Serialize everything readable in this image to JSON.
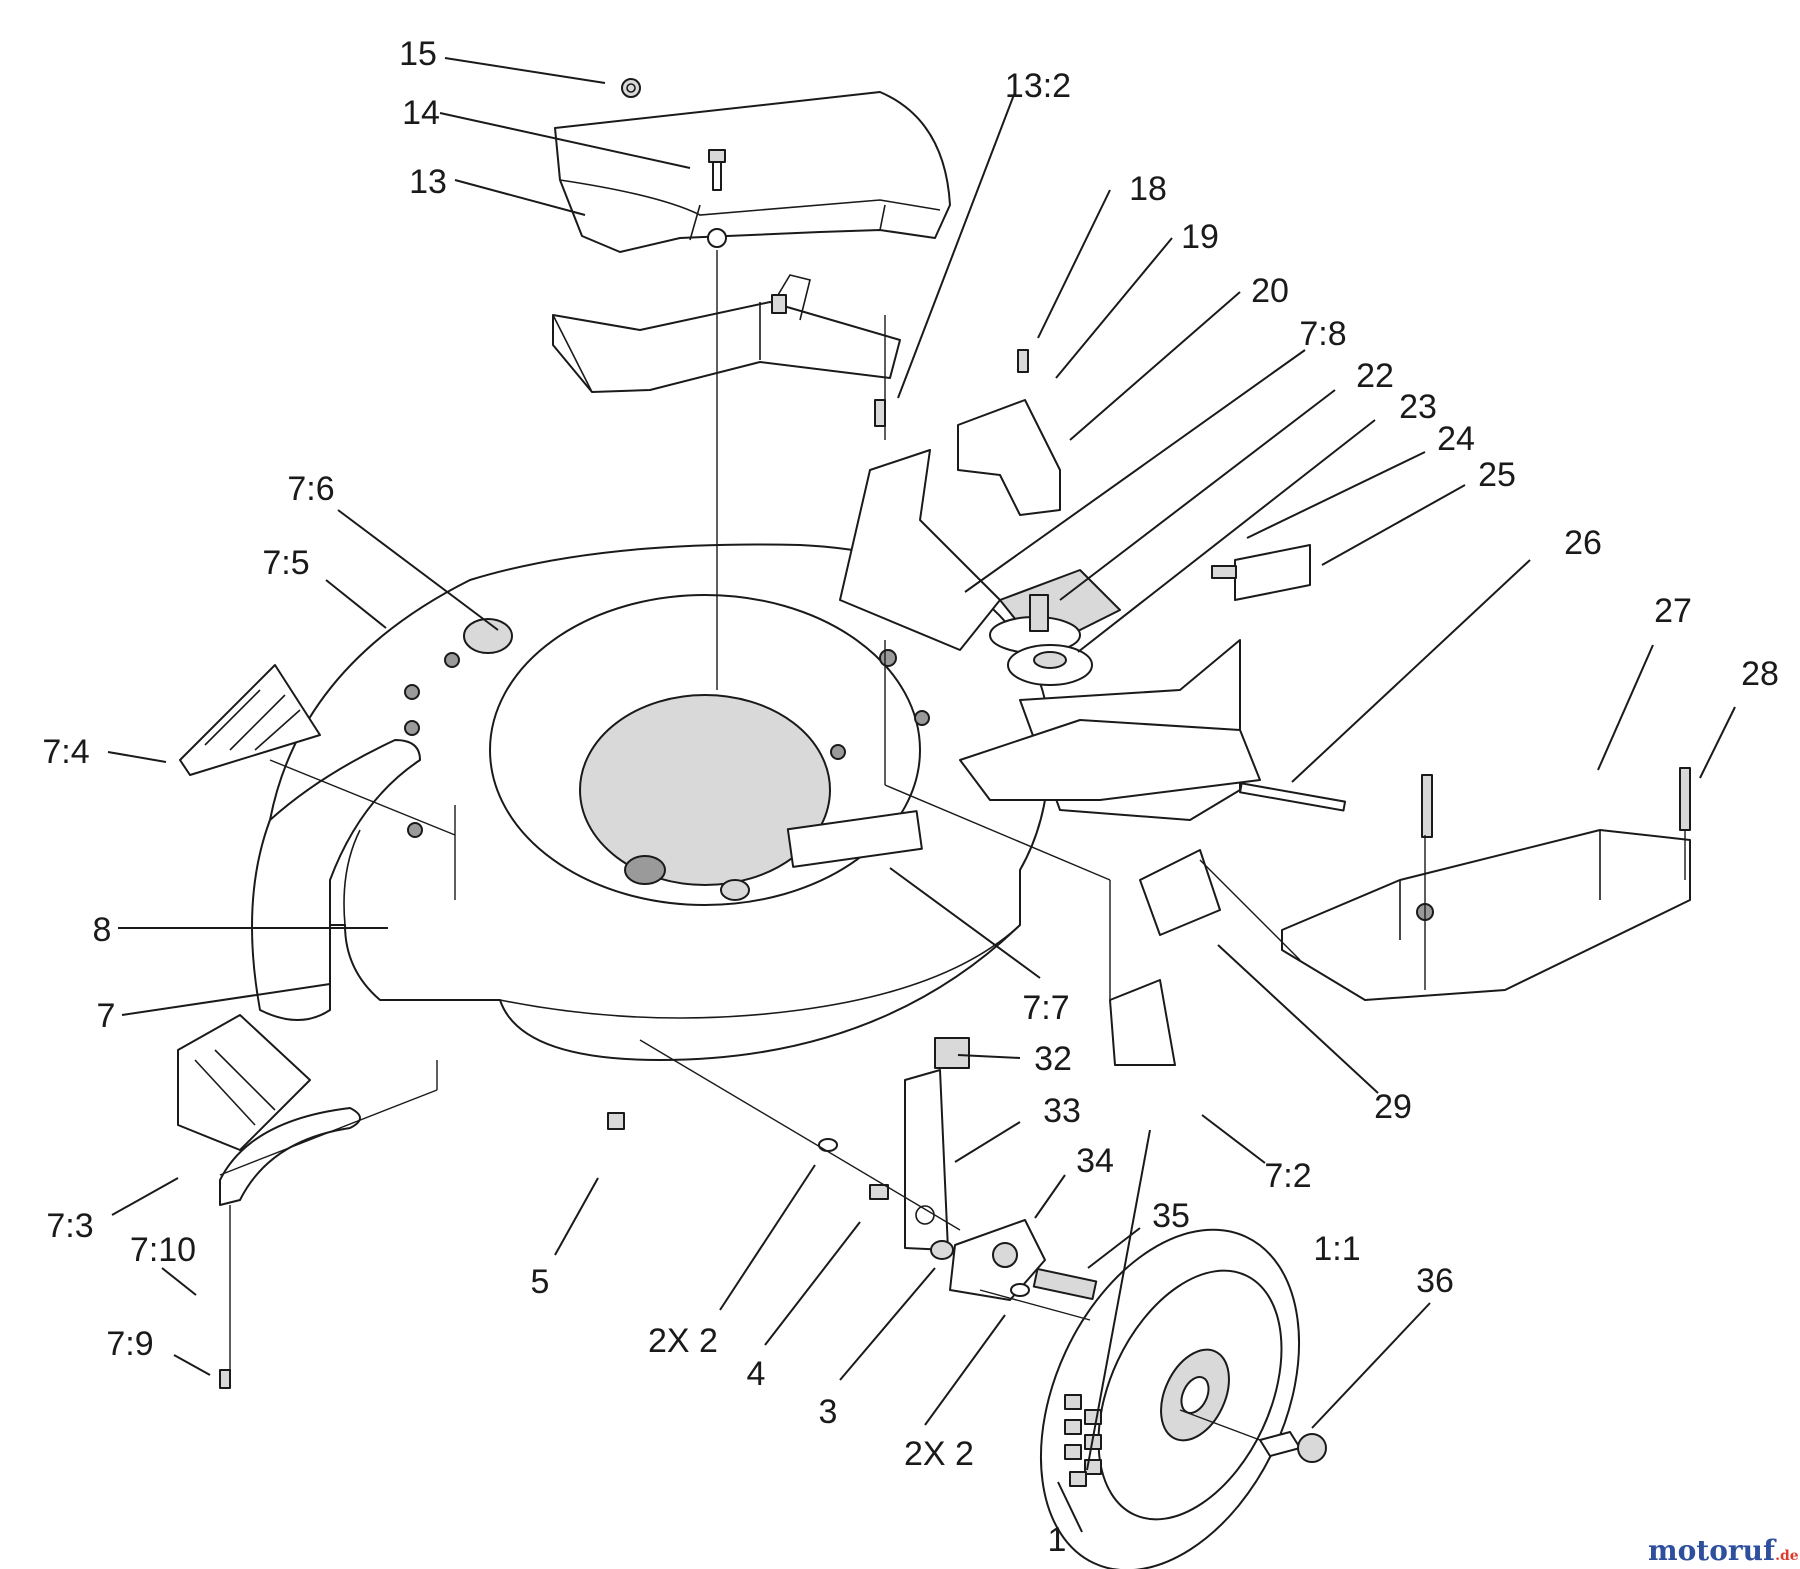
{
  "callouts": [
    {
      "id": "15",
      "label": "15"
    },
    {
      "id": "14",
      "label": "14"
    },
    {
      "id": "13",
      "label": "13"
    },
    {
      "id": "13-2",
      "label": "13:2"
    },
    {
      "id": "18",
      "label": "18"
    },
    {
      "id": "19",
      "label": "19"
    },
    {
      "id": "20",
      "label": "20"
    },
    {
      "id": "7-8",
      "label": "7:8"
    },
    {
      "id": "22",
      "label": "22"
    },
    {
      "id": "23",
      "label": "23"
    },
    {
      "id": "24",
      "label": "24"
    },
    {
      "id": "25",
      "label": "25"
    },
    {
      "id": "26",
      "label": "26"
    },
    {
      "id": "27",
      "label": "27"
    },
    {
      "id": "28",
      "label": "28"
    },
    {
      "id": "7-6",
      "label": "7:6"
    },
    {
      "id": "7-5",
      "label": "7:5"
    },
    {
      "id": "7-4",
      "label": "7:4"
    },
    {
      "id": "8",
      "label": "8"
    },
    {
      "id": "7",
      "label": "7"
    },
    {
      "id": "7-7",
      "label": "7:7"
    },
    {
      "id": "29",
      "label": "29"
    },
    {
      "id": "32",
      "label": "32"
    },
    {
      "id": "33",
      "label": "33"
    },
    {
      "id": "34",
      "label": "34"
    },
    {
      "id": "35",
      "label": "35"
    },
    {
      "id": "7-2",
      "label": "7:2"
    },
    {
      "id": "7-3",
      "label": "7:3"
    },
    {
      "id": "7-10",
      "label": "7:10"
    },
    {
      "id": "7-9",
      "label": "7:9"
    },
    {
      "id": "5",
      "label": "5"
    },
    {
      "id": "2x2-a",
      "label": "2X 2"
    },
    {
      "id": "4",
      "label": "4"
    },
    {
      "id": "3",
      "label": "3"
    },
    {
      "id": "2x2-b",
      "label": "2X 2"
    },
    {
      "id": "1-1",
      "label": "1:1"
    },
    {
      "id": "36",
      "label": "36"
    },
    {
      "id": "1",
      "label": "1"
    }
  ],
  "watermark": {
    "brand": "motoruf",
    "suffix": ".de",
    "brand_color": "#2e4f9e",
    "accent_color": "#e03a2f"
  }
}
